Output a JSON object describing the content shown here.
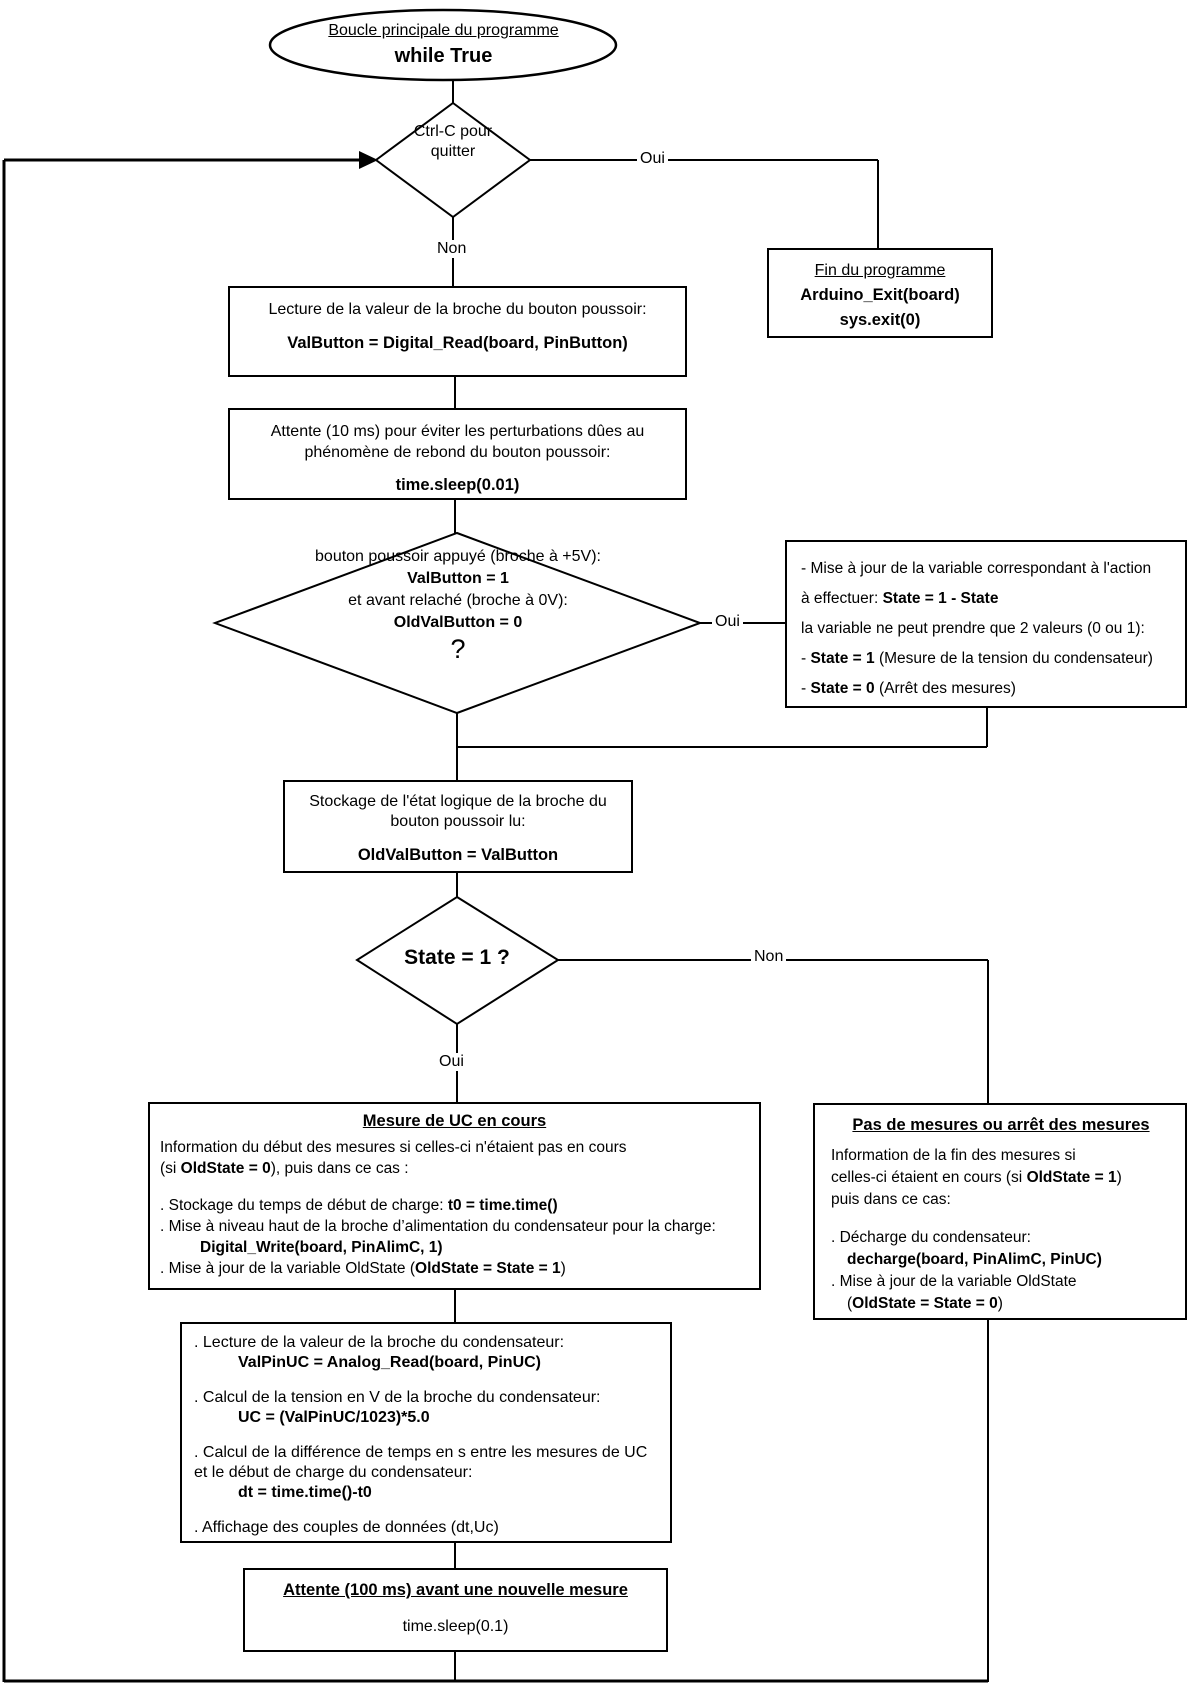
{
  "colors": {
    "line": "#000000",
    "background": "#ffffff"
  },
  "labels": {
    "oui": "Oui",
    "non": "Non"
  },
  "flowchart": {
    "start": {
      "title": "Boucle principale du programme",
      "code": "while True"
    },
    "decision_ctrlc": {
      "l1": "Ctrl-C pour",
      "l2": "quitter"
    },
    "end_box": {
      "title": "Fin du programme",
      "code1": "Arduino_Exit(board)",
      "code2": "sys.exit(0)"
    },
    "read_button": {
      "text": "Lecture de la valeur de la broche du bouton poussoir:",
      "code": "ValButton = Digital_Read(board, PinButton)"
    },
    "wait_10ms": {
      "l1": "Attente (10 ms) pour éviter les perturbations dûes au",
      "l2": "phénomène de rebond du bouton poussoir:",
      "code": "time.sleep(0.01)"
    },
    "decision_button": {
      "l1": "bouton poussoir appuyé (broche à +5V):",
      "l2": "ValButton = 1",
      "l3": "et avant relaché (broche à 0V):",
      "l4": "OldValButton = 0",
      "l5": "?"
    },
    "state_info": {
      "l1": "- Mise à jour de la variable correspondant à l'action",
      "l2_pre": "à effectuer: ",
      "l2_bold": "State = 1 - State",
      "l3": "la variable ne peut prendre que 2 valeurs (0 ou 1):",
      "l4_pre": "- ",
      "l4_bold": "State = 1",
      "l4_post": "  (Mesure de la tension du condensateur)",
      "l5_pre": "- ",
      "l5_bold": "State = 0",
      "l5_post": "  (Arrêt des mesures)"
    },
    "store_button": {
      "l1": "Stockage de l'état logique de la broche du",
      "l2": "bouton poussoir lu:",
      "code": "OldValButton = ValButton"
    },
    "decision_state": {
      "text": "State = 1 ?"
    },
    "measure_uc": {
      "title": "Mesure de UC en cours",
      "l1": "Information du début des mesures si celles-ci n'étaient pas en cours",
      "l2_pre": "(si ",
      "l2_bold": "OldState = 0",
      "l2_post": "), puis dans ce cas :",
      "l3_pre": ". Stockage du temps de début de charge: ",
      "l3_bold": "t0 = time.time()",
      "l4": ". Mise à niveau haut de la broche d’alimentation du condensateur pour la charge:",
      "l5_bold": "Digital_Write(board, PinAlimC, 1)",
      "l6_pre": ". Mise à jour de la variable OldState (",
      "l6_bold": "OldState = State = 1",
      "l6_post": ")"
    },
    "no_measure": {
      "title": "Pas de mesures ou arrêt des mesures",
      "l1": "Information de la fin des mesures si",
      "l2_pre": "celles-ci étaient en cours (si ",
      "l2_bold": "OldState = 1",
      "l2_post": ")",
      "l3": "puis dans ce cas:",
      "l4": ". Décharge du condensateur:",
      "l5_bold": "decharge(board, PinAlimC, PinUC)",
      "l6": ". Mise à jour de la variable OldState",
      "l7_pre": "(",
      "l7_bold": "OldState = State = 0",
      "l7_post": ")"
    },
    "calculations": {
      "l1": ". Lecture de la valeur de la broche du condensateur:",
      "l2_bold": "ValPinUC = Analog_Read(board, PinUC)",
      "l3": ". Calcul de la tension en V de la broche du condensateur:",
      "l4_bold": "UC = (ValPinUC/1023)*5.0",
      "l5": ". Calcul de la différence de temps en s entre les mesures de UC",
      "l6": "et le début de charge du condensateur:",
      "l7_bold": "dt = time.time()-t0",
      "l8": ". Affichage des couples de données (dt,Uc)"
    },
    "wait_100ms": {
      "title": "Attente (100 ms) avant une nouvelle mesure",
      "code": "time.sleep(0.1)"
    }
  }
}
